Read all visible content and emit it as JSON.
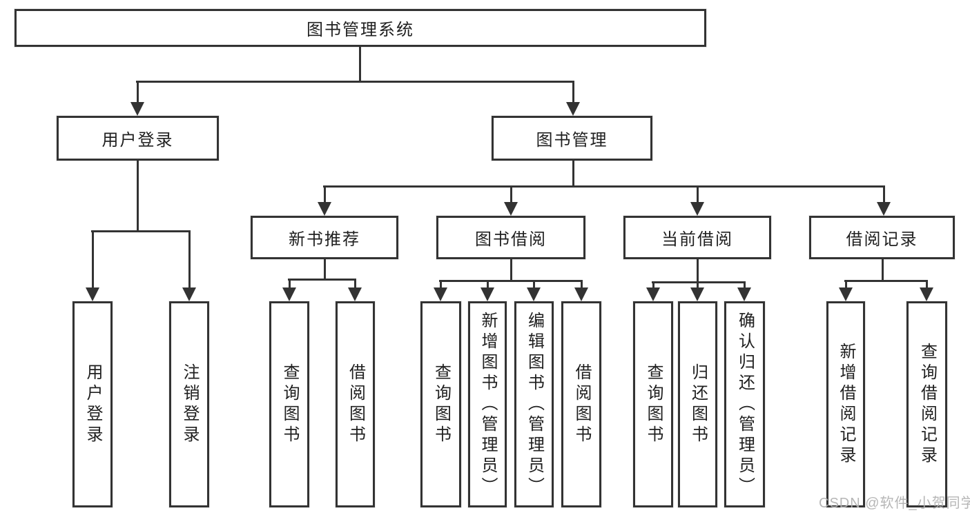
{
  "diagram": {
    "type": "hierarchy-tree",
    "nodes": {
      "root": "图书管理系统",
      "user_login": "用户登录",
      "book_mgmt": "图书管理",
      "new_book_rec": "新书推荐",
      "book_borrow": "图书借阅",
      "current_borrow": "当前借阅",
      "borrow_records": "借阅记录",
      "leaf_user_login": "用户登录",
      "leaf_logout": "注销登录",
      "leaf_nb_query": "查询图书",
      "leaf_nb_borrow": "借阅图书",
      "leaf_bb_query": "查询图书",
      "leaf_bb_add": "新增图书（管理员）",
      "leaf_bb_edit": "编辑图书（管理员）",
      "leaf_bb_borrow": "借阅图书",
      "leaf_cb_query": "查询图书",
      "leaf_cb_return": "归还图书",
      "leaf_cb_confirm": "确认归还（管理员）",
      "leaf_br_add": "新增借阅记录",
      "leaf_br_query": "查询借阅记录"
    },
    "edges": [
      [
        "图书管理系统",
        "用户登录"
      ],
      [
        "图书管理系统",
        "图书管理"
      ],
      [
        "用户登录",
        "用户登录(叶)"
      ],
      [
        "用户登录",
        "注销登录"
      ],
      [
        "图书管理",
        "新书推荐"
      ],
      [
        "图书管理",
        "图书借阅"
      ],
      [
        "图书管理",
        "当前借阅"
      ],
      [
        "图书管理",
        "借阅记录"
      ],
      [
        "新书推荐",
        "查询图书"
      ],
      [
        "新书推荐",
        "借阅图书"
      ],
      [
        "图书借阅",
        "查询图书"
      ],
      [
        "图书借阅",
        "新增图书（管理员）"
      ],
      [
        "图书借阅",
        "编辑图书（管理员）"
      ],
      [
        "图书借阅",
        "借阅图书"
      ],
      [
        "当前借阅",
        "查询图书"
      ],
      [
        "当前借阅",
        "归还图书"
      ],
      [
        "当前借阅",
        "确认归还（管理员）"
      ],
      [
        "借阅记录",
        "新增借阅记录"
      ],
      [
        "借阅记录",
        "查询借阅记录"
      ]
    ],
    "colors": {
      "line": "#333333",
      "box_background": "#ffffff",
      "text": "#1f1f1f",
      "watermark": "#b2b2b2"
    },
    "watermark": "CSDN @软件_小贺同学"
  }
}
